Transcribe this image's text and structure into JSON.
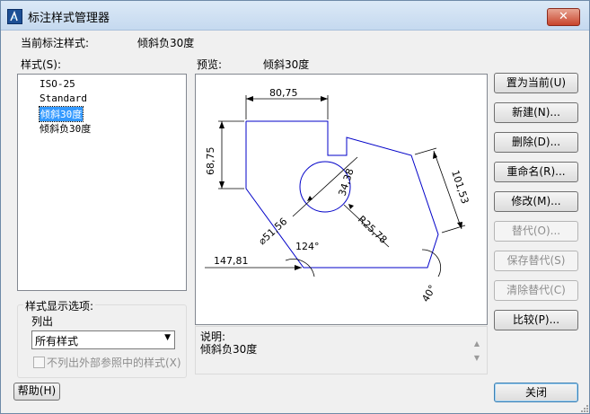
{
  "window": {
    "title": "标注样式管理器",
    "close_glyph": "✕"
  },
  "current": {
    "label": "当前标注样式:",
    "value": "倾斜负30度"
  },
  "styles": {
    "label": "样式(S):",
    "items": [
      "ISO-25",
      "Standard",
      "倾斜30度",
      "倾斜负30度"
    ],
    "selected_index": 2
  },
  "preview": {
    "label": "预览:",
    "name": "倾斜30度",
    "dims": {
      "top": "80,75",
      "left": "68,75",
      "right": "101,53",
      "diam": "⌀51,56",
      "radius": "R25,78",
      "circle": "34,38",
      "bottom": "147,81",
      "angle": "124°",
      "small_angle": "40°"
    }
  },
  "display_options": {
    "title": "样式显示选项:",
    "list_label": "列出",
    "list_value": "所有样式",
    "exclude_label": "不列出外部参照中的样式(X)",
    "exclude_checked": false
  },
  "description": {
    "label": "说明:",
    "text": "倾斜负30度"
  },
  "buttons": {
    "set_current": "置为当前(U)",
    "new": "新建(N)...",
    "delete": "删除(D)...",
    "rename": "重命名(R)...",
    "modify": "修改(M)...",
    "override": "替代(O)...",
    "save_override": "保存替代(S)",
    "clear_override": "清除替代(C)",
    "compare": "比较(P)...",
    "help": "帮助(H)",
    "close": "关闭"
  },
  "colors": {
    "drawing_line": "#0000c8",
    "dimension_line": "#000000",
    "selection": "#3399ff"
  }
}
